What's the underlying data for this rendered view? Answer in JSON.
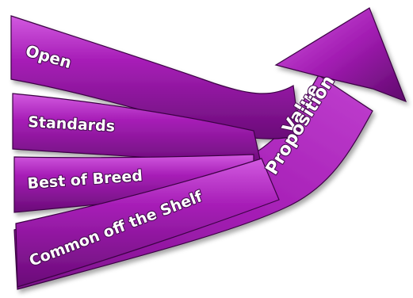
{
  "diagram": {
    "colors": {
      "band_top": "#c23bd0",
      "band_mid": "#9416a4",
      "band_dark": "#5c0a68",
      "outline": "#3c0645",
      "background": "#ffffff"
    },
    "bands": [
      {
        "label": "Open"
      },
      {
        "label": "Standards"
      },
      {
        "label": "Best of Breed"
      },
      {
        "label": "Common off the Shelf"
      }
    ],
    "arrow": {
      "line1": "Value",
      "line2": "Proposition"
    }
  }
}
